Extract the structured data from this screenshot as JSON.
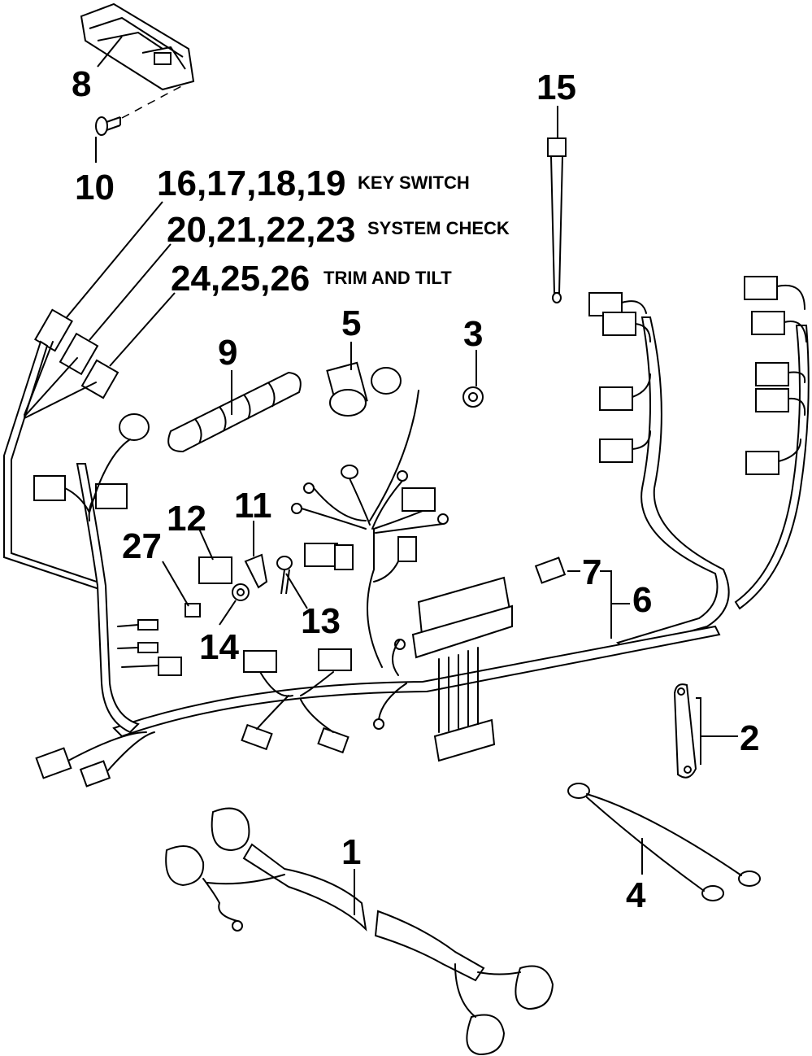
{
  "callouts": {
    "c1": "1",
    "c2": "2",
    "c3": "3",
    "c4": "4",
    "c5": "5",
    "c6": "6",
    "c7": "7",
    "c8": "8",
    "c9": "9",
    "c10": "10",
    "c11": "11",
    "c12": "12",
    "c13": "13",
    "c14": "14",
    "c15": "15",
    "c27": "27",
    "g1": "16,17,18,19",
    "g2": "20,21,22,23",
    "g3": "24,25,26"
  },
  "captions": {
    "g1": "KEY SWITCH",
    "g2": "SYSTEM CHECK",
    "g3": "TRIM AND TILT"
  }
}
